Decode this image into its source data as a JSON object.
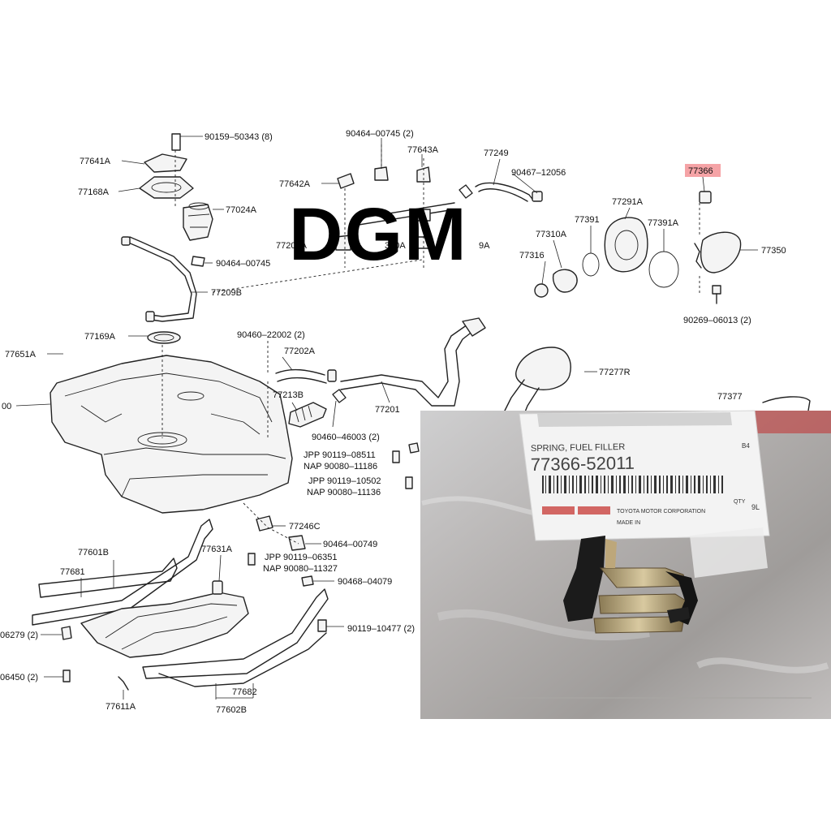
{
  "watermark": "DGM",
  "highlight_color": "#e8333a",
  "callouts": {
    "c_90159": "90159–50343 (8)",
    "c_77641A": "77641A",
    "c_77168A": "77168A",
    "c_77024A": "77024A",
    "c_90464_top": "90464–00745 (2)",
    "c_77643A": "77643A",
    "c_77642A": "77642A",
    "c_77249": "77249",
    "c_90467": "90467–12056",
    "c_77366": "77366",
    "c_77291A": "77291A",
    "c_77391": "77391",
    "c_77391A": "77391A",
    "c_77310A": "77310A",
    "c_77316": "77316",
    "c_77350": "77350",
    "c_90269": "90269–06013 (2)",
    "c_77209A": "77209A",
    "c_77340A": "340A",
    "c_77209A_b": "9A",
    "c_90464_mid": "90464–00745",
    "c_77209B": "77209B",
    "c_77169A": "77169A",
    "c_90460_22002": "90460–22002 (2)",
    "c_77202A": "77202A",
    "c_77277R": "77277R",
    "c_77651A": "77651A",
    "c_77213B": "77213B",
    "c_77201": "77201",
    "c_77377": "77377",
    "c_00": "00",
    "c_90460_46003": "90460–46003 (2)",
    "c_jpp1": "JPP 90119–08511",
    "c_nap1": "NAP 90080–11186",
    "c_jpp2": "JPP 90119–10502",
    "c_nap2": "NAP 90080–11136",
    "c_77246C": "77246C",
    "c_90464_00749": "90464–00749",
    "c_77601B": "77601B",
    "c_77681": "77681",
    "c_77631A": "77631A",
    "c_jpp3": "JPP 90119–06351",
    "c_nap3": "NAP 90080–11327",
    "c_90468": "90468–04079",
    "c_06279": "06279 (2)",
    "c_90119_10477": "90119–10477 (2)",
    "c_06450": "06450 (2)",
    "c_77682": "77682",
    "c_77611A": "77611A",
    "c_77602B": "77602B"
  },
  "photo": {
    "tag_top": "SPRING, FUEL FILLER",
    "part_number": "77366-52011",
    "qty_label": "QTY",
    "maker": "TOYOTA MOTOR CORPORATION",
    "origin": "MADE IN",
    "corner_code": "B4",
    "side_code": "9L"
  }
}
